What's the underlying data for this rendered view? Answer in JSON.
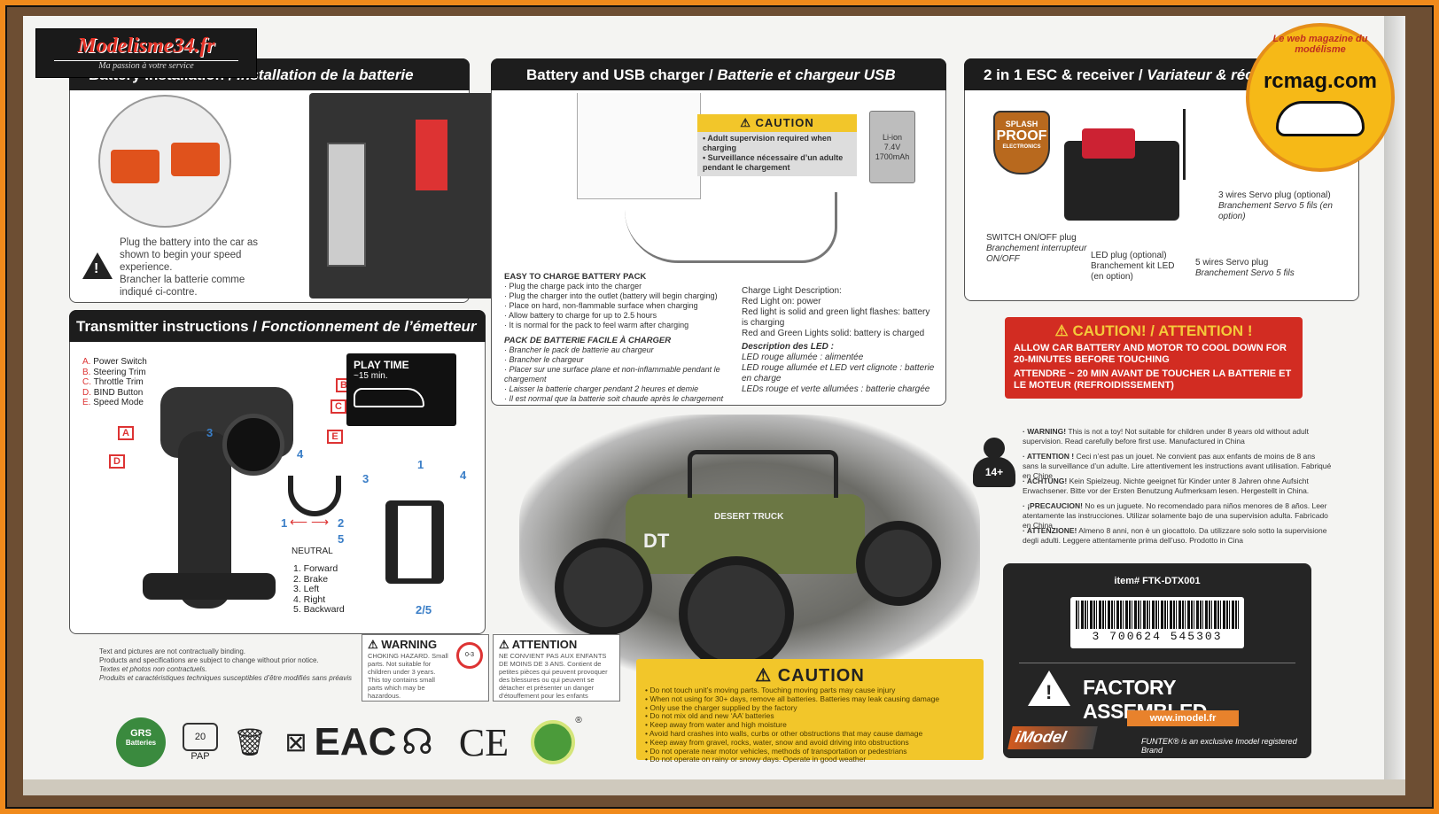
{
  "logos": {
    "modelisme34_name": "Modelisme34.fr",
    "modelisme34_tagline": "Ma passion à votre service",
    "rcmag_name": "rcmag.com",
    "rcmag_tagline": "Le web magazine du modélisme"
  },
  "battery": {
    "title_en": "Battery installation /",
    "title_fr": "Installation de la batterie",
    "instruction_en": "Plug the battery into the car as shown to begin your speed experience.",
    "instruction_fr": "Brancher la batterie comme indiqué ci-contre."
  },
  "charger": {
    "title_en": "Battery and USB charger /",
    "title_fr": "Batterie et chargeur USB",
    "caution_title": "CAUTION",
    "caution_en": "• Adult supervision required when charging",
    "caution_fr": "• Surveillance nécessaire d’un adulte pendant le chargement",
    "battery_label": [
      "Li-ion",
      "7.4V",
      "1700mAh"
    ],
    "easy_title": "EASY TO CHARGE BATTERY PACK",
    "easy_items": [
      "· Plug the charge pack into the charger",
      "· Plug the charger into the outlet (battery will begin charging)",
      "· Place on hard, non-flammable surface when charging",
      "· Allow battery to charge for up to 2.5 hours",
      "· It is normal for the pack to feel warm after charging"
    ],
    "pack_title": "PACK DE BATTERIE FACILE À CHARGER",
    "pack_items": [
      "· Brancher le pack de batterie au chargeur",
      "· Brancher le chargeur",
      "· Placer sur une surface plane et non-inflammable pendant le chargement",
      "· Laisser la batterie charger pendant 2 heures et demie",
      "· Il est normal que la batterie soit chaude après le chargement"
    ],
    "light_title": "Charge Light Description:",
    "light_items": [
      "Red Light on: power",
      "Red light is solid and green light flashes: battery is charging",
      "Red and Green Lights solid: battery is charged"
    ],
    "led_title": "Description des LED :",
    "led_items": [
      "LED rouge allumée : alimentée",
      "LED rouge allumée et LED vert clignote : batterie en charge",
      "LEDs rouge et verte allumées : batterie chargée"
    ]
  },
  "esc": {
    "title_en": "2 in 1 ESC & receiver /",
    "title_fr": "Variateur & réc",
    "splash": [
      "SPLASH",
      "PROOF",
      "ELECTRONICS"
    ],
    "switch_en": "SWITCH ON/OFF plug",
    "switch_fr": "Branchement interrupteur ON/OFF",
    "led_en": "LED plug (optional)",
    "led_fr": "Branchement kit LED (en option)",
    "servo3_en": "3 wires Servo plug (optional)",
    "servo3_fr": "Branchement Servo 5 fils (en option)",
    "servo5_en": "5 wires Servo plug",
    "servo5_fr": "Branchement Servo 5 fils"
  },
  "transmitter": {
    "title_en": "Transmitter instructions /",
    "title_fr": "Fonctionnement de l’émetteur",
    "legend": [
      {
        "letter": "A.",
        "text": "Power Switch"
      },
      {
        "letter": "B.",
        "text": "Steering Trim"
      },
      {
        "letter": "C.",
        "text": "Throttle Trim"
      },
      {
        "letter": "D.",
        "text": "BIND Button"
      },
      {
        "letter": "E.",
        "text": "Speed Mode"
      }
    ],
    "play_time": "PLAY TIME",
    "play_time_value": "~15 min.",
    "neutral": "NEUTRAL",
    "directions": [
      "1. Forward",
      "2. Brake",
      "3. Left",
      "4. Right",
      "5. Backward"
    ],
    "markers": {
      "a": "A",
      "b": "B",
      "c": "C",
      "d": "D",
      "e": "E"
    },
    "nums": {
      "n1": "1",
      "n2": "2",
      "n3": "3",
      "n4": "4",
      "n5": "5",
      "n25": "2/5"
    }
  },
  "red_caution": {
    "title": "CAUTION! / ATTENTION !",
    "en": "ALLOW CAR BATTERY AND MOTOR TO COOL DOWN FOR 20-MINUTES BEFORE TOUCHING",
    "fr": "ATTENDRE ~ 20 MIN AVANT DE TOUCHER LA BATTERIE ET LE MOTEUR (REFROIDISSEMENT)"
  },
  "age": "14+",
  "multilang": [
    {
      "bold": "· WARNING!",
      "text": " This is not a toy! Not suitable for children under 8 years old without adult supervision. Read carefully before first use. Manufactured in China"
    },
    {
      "bold": "· ATTENTION !",
      "text": " Ceci n’est pas un jouet. Ne convient pas aux enfants de moins de 8 ans sans la surveillance d’un adulte. Lire attentivement les instructions avant utilisation. Fabriqué en Chine"
    },
    {
      "bold": "· ACHTUNG!",
      "text": " Kein Spielzeug. Nichte geeignet für Kinder unter 8 Jahren ohne Aufsicht Erwachsener. Bitte vor der Ersten Benutzung Aufmerksam lesen. Hergestellt in China."
    },
    {
      "bold": "· ¡PRECAUCION!",
      "text": " No es un juguete. No recomendado para niños menores de 8 años. Leer atentamente las instrucciones. Utilizar solamente bajo de una supervision adulta. Fabricado en China"
    },
    {
      "bold": "· ATTENZIONE!",
      "text": " Almeno 8 anni, non è un giocattolo. Da utilizzare solo sotto la supervisione degli adulti. Leggere attentamente prima dell’uso. Prodotto in Cina"
    }
  ],
  "item": {
    "number": "item# FTK-DTX001",
    "barcode": "3 700624 545303",
    "factory": "FACTORY ASSEMBLED",
    "url": "www.imodel.fr",
    "logo": "iModel",
    "brand": "FUNTEK® is an exclusive Imodel registered Brand"
  },
  "yellow_caution": {
    "title": "CAUTION",
    "items": [
      "• Do not touch unit’s moving parts. Touching moving parts may cause injury",
      "• When not using for 30+ days, remove all batteries. Batteries may leak causing damage",
      "• Only use the charger supplied by the factory",
      "• Do not mix old and new ‘AA’ batteries",
      "• Keep away from water and high moisture",
      "• Avoid hard crashes into walls, curbs or other obstructions that may cause damage",
      "• Keep away from gravel, rocks, water, snow and avoid driving into obstructions",
      "• Do not operate near motor vehicles, methods of transportation or pedestrians",
      "• Do not operate on rainy or snowy days. Operate in good weather"
    ]
  },
  "warning_box": {
    "title": "WARNING",
    "text": "CHOKING HAZARD. Small parts. Not suitable for children under 3 years. This toy contains small parts which may be hazardous.",
    "age_symbol": "0-3"
  },
  "attention_box": {
    "title": "ATTENTION",
    "text": "NE CONVIENT PAS AUX ENFANTS DE MOINS DE 3 ANS. Contient de petites pièces qui peuvent provoquer des blessures ou qui peuvent se détacher et présenter un danger d’étouffement pour les enfants"
  },
  "disclaimer": [
    "Text and pictures are not contractually binding.",
    "Products and specifications are subject to change without prior notice.",
    "Textes et photos non contractuels.",
    "Produits et caractéristiques techniques susceptibles d’être modifiés sans préavis"
  ],
  "recycle": {
    "grs_top": "GRS",
    "grs_bottom": "Batteries",
    "pap_num": "20",
    "pap": "PAP",
    "eac": "EAC",
    "ce": "CE",
    "reg": "®"
  },
  "car_badge": [
    "DESERT",
    "TRUCK",
    "DT"
  ],
  "colors": {
    "orange_frame": "#f08a1c",
    "caution_yellow": "#f2c62a",
    "caution_red": "#d22c22",
    "panel_dark": "#1d1d1d"
  }
}
